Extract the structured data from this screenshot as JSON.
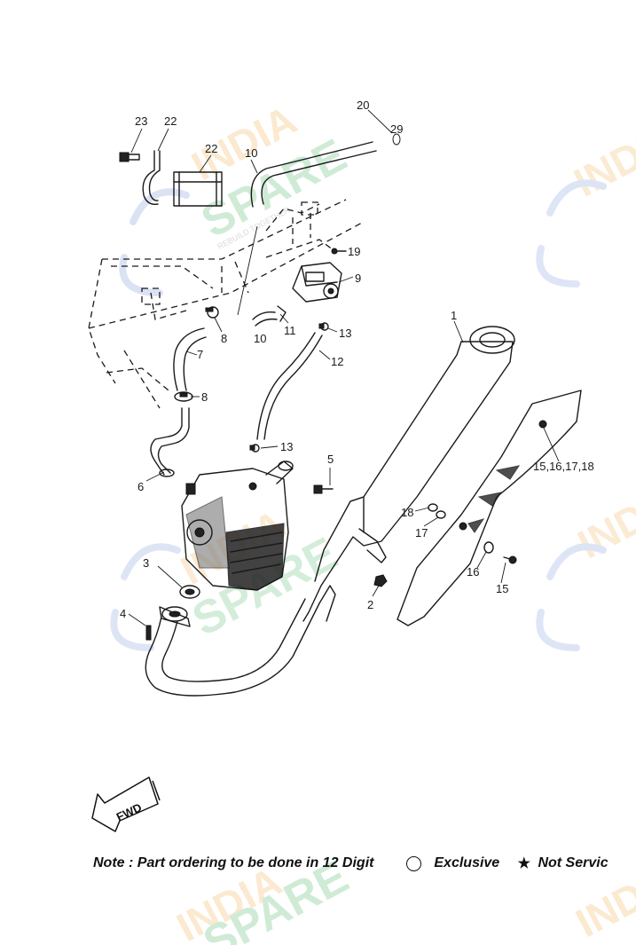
{
  "watermark": {
    "line1": "INDIA",
    "line2": "SPARE",
    "tagline": "REBUILD TOGETHER"
  },
  "fwd_label": "FWD",
  "callouts": [
    "1",
    "2",
    "3",
    "4",
    "5",
    "6",
    "7",
    "8",
    "8",
    "9",
    "10",
    "10",
    "11",
    "12",
    "13",
    "13",
    "15",
    "15,16,17,18",
    "16",
    "17",
    "18",
    "19",
    "20",
    "22",
    "22",
    "23"
  ],
  "footer": {
    "note": "Note : Part ordering to be done in 12 Digit",
    "exclusive": "Exclusive",
    "star_glyph": "★",
    "not_serviced": "Not Servic"
  }
}
